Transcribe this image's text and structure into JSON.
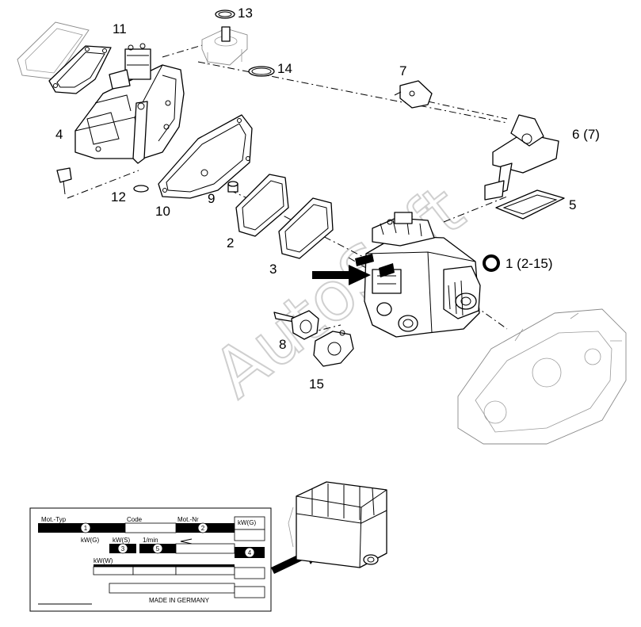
{
  "callouts": {
    "c1": "1 (2-15)",
    "c2": "2",
    "c3": "3",
    "c4": "4",
    "c5": "5",
    "c6": "6 (7)",
    "c7": "7",
    "c8": "8",
    "c9": "9",
    "c10": "10",
    "c11": "11",
    "c12": "12",
    "c13": "13",
    "c14": "14",
    "c15": "15"
  },
  "watermark": "AutoSoft",
  "nameplate": {
    "mot_typ": "Mot.-Typ",
    "code": "Code",
    "mot_nr": "Mot.-Nr",
    "kw_g_top": "kW(G)",
    "kw_g_small": "kW(G)",
    "kw_s": "kW(S)",
    "rpm": "1/min",
    "kw_w": "kW(W)",
    "made_in": "MADE IN GERMANY",
    "n1": "1",
    "n2": "2",
    "n3": "3",
    "n4": "4",
    "n5": "5"
  }
}
